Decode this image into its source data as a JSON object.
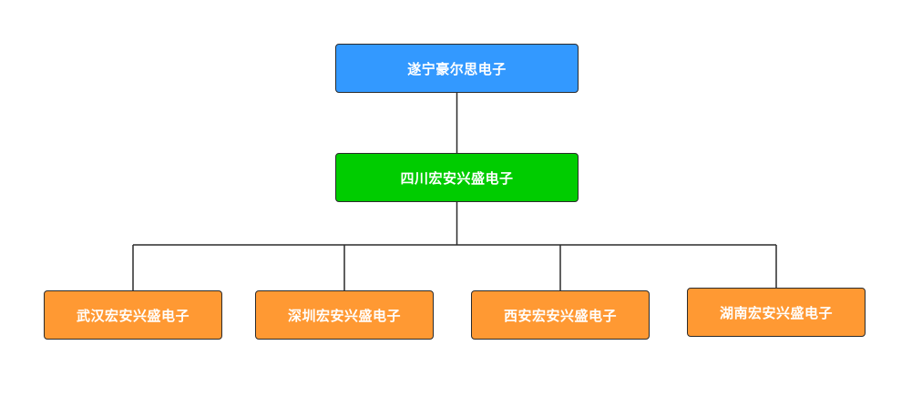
{
  "colors": {
    "root": "#3399ff",
    "middle": "#00cc00",
    "leaf": "#ff9933",
    "line": "#2b2b2b",
    "text": "#ffffff"
  },
  "diagram": {
    "root": {
      "label": "遂宁豪尔思电子"
    },
    "middle": {
      "label": "四川宏安兴盛电子"
    },
    "leaves": [
      {
        "label": "武汉宏安兴盛电子"
      },
      {
        "label": "深圳宏安兴盛电子"
      },
      {
        "label": "西安宏安兴盛电子"
      },
      {
        "label": "湖南宏安兴盛电子"
      }
    ]
  }
}
